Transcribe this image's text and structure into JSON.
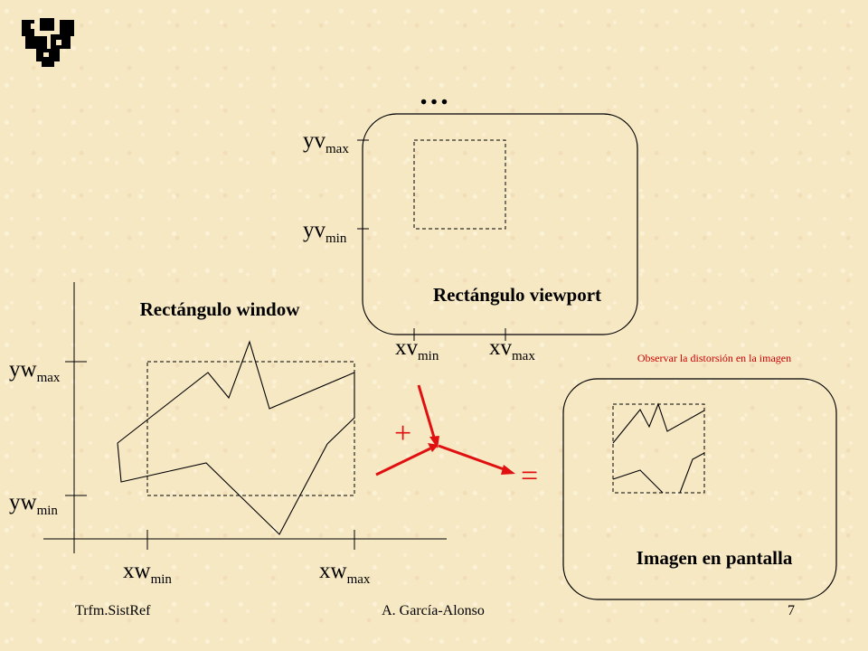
{
  "viewport": {
    "ellipsis": "…",
    "title": "Rectángulo viewport",
    "yv_max": {
      "base": "yv",
      "sub": "max"
    },
    "yv_min": {
      "base": "yv",
      "sub": "min"
    },
    "xv_min": {
      "base": "xv",
      "sub": "min"
    },
    "xv_max": {
      "base": "xv",
      "sub": "max"
    }
  },
  "window": {
    "title": "Rectángulo window",
    "yw_max": {
      "base": "yw",
      "sub": "max"
    },
    "yw_min": {
      "base": "yw",
      "sub": "min"
    },
    "xw_min": {
      "base": "xw",
      "sub": "min"
    },
    "xw_max": {
      "base": "xw",
      "sub": "max"
    }
  },
  "operators": {
    "plus": "+",
    "equals": "="
  },
  "screen": {
    "note": "Observar la distorsión en la imagen",
    "title": "Imagen en pantalla"
  },
  "footer": {
    "left": "Trfm.SistRef",
    "center": "A. García-Alonso",
    "page": "7"
  },
  "colors": {
    "accent": "#e01010",
    "note": "#cc0000",
    "line": "#000000"
  },
  "icons": {
    "logo": "university-logo-icon"
  }
}
